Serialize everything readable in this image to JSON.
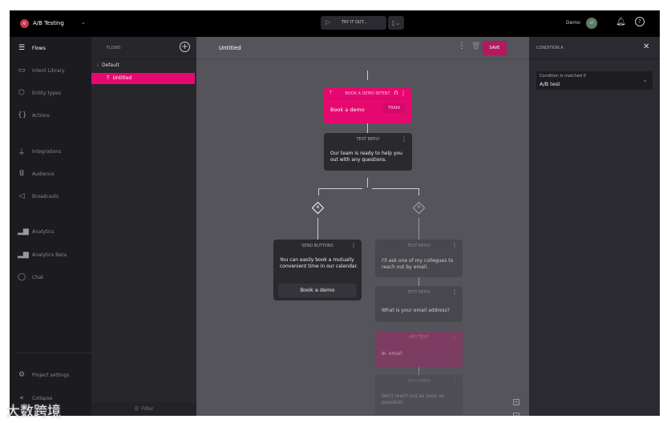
{
  "topbar": {
    "project": "A/B Testing",
    "project_avatar": "AT",
    "try_label": "TRY IT OUT...",
    "user": "Demo",
    "user_avatar": "ST"
  },
  "sidebar": {
    "items": [
      {
        "label": "Flows",
        "icon": "flows-icon"
      },
      {
        "label": "Intent Library",
        "icon": "intent-icon"
      },
      {
        "label": "Entity types",
        "icon": "entity-icon"
      },
      {
        "label": "Actions",
        "icon": "braces-icon"
      },
      {
        "label": "Integrations",
        "icon": "plug-icon"
      },
      {
        "label": "Audience",
        "icon": "audience-icon"
      },
      {
        "label": "Broadcasts",
        "icon": "megaphone-icon"
      },
      {
        "label": "Analytics",
        "icon": "chart-icon"
      },
      {
        "label": "Analytics Beta",
        "icon": "chart-icon"
      },
      {
        "label": "Chat",
        "icon": "chat-icon"
      }
    ],
    "project_settings": "Project settings",
    "collapse": "Collapse"
  },
  "flows": {
    "title": "FLOWS",
    "group": "Default",
    "selected": "Untitled",
    "filter": "Filter"
  },
  "canvas": {
    "title": "Untitled",
    "save": "SAVE",
    "intent": {
      "header": "BOOK A DEMO INTENT",
      "text": "Book a demo",
      "train": "TRAIN"
    },
    "reply1": {
      "header": "TEXT REPLY",
      "text": "Our team is ready to help you out with any questions."
    },
    "cond_a": "A",
    "cond_b": "B",
    "buttons": {
      "header": "SEND BUTTONS",
      "text": "You can easily book a mutually convenient time in our calendar.",
      "button": "Book a demo"
    },
    "reply2": {
      "header": "TEXT REPLY",
      "text": "I'll ask one of my collegues to reach out by email."
    },
    "reply3": {
      "header": "TEXT REPLY",
      "text": "What is your email address?"
    },
    "anytext": {
      "header": "ANY TEXT",
      "text": "email"
    },
    "reply4": {
      "header": "TEXT REPLY",
      "text": "We'll reach out as soon as possible!"
    }
  },
  "right_panel": {
    "title": "CONDITION A",
    "field_label": "Condition is matched if",
    "field_value": "A/B test"
  },
  "watermark": "大数跨境",
  "colors": {
    "accent": "#e5086f",
    "save": "#b3195f"
  }
}
